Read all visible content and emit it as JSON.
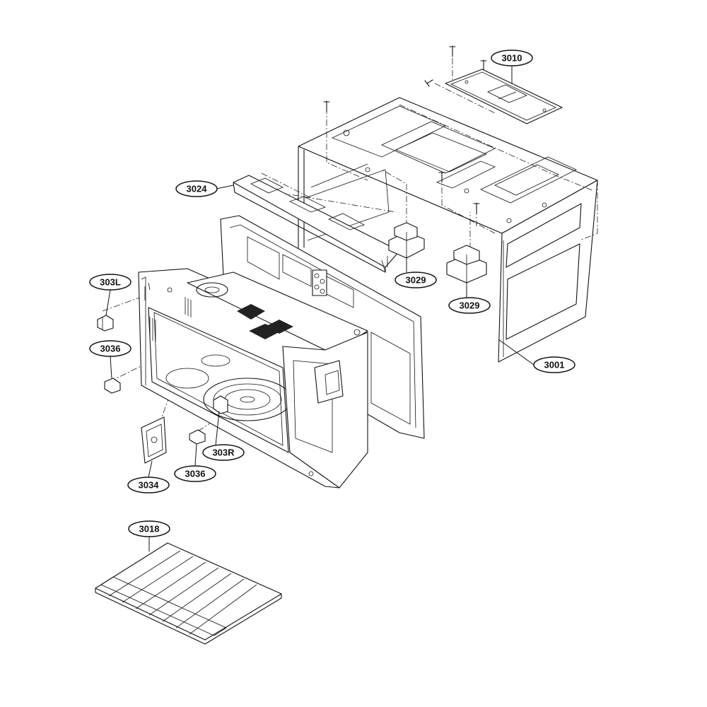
{
  "parts": [
    {
      "id": "3010"
    },
    {
      "id": "3024"
    },
    {
      "id": "3029"
    },
    {
      "id": "3029"
    },
    {
      "id": "303L"
    },
    {
      "id": "3036"
    },
    {
      "id": "3001"
    },
    {
      "id": "303R"
    },
    {
      "id": "3034"
    },
    {
      "id": "3036"
    },
    {
      "id": "3018"
    }
  ]
}
